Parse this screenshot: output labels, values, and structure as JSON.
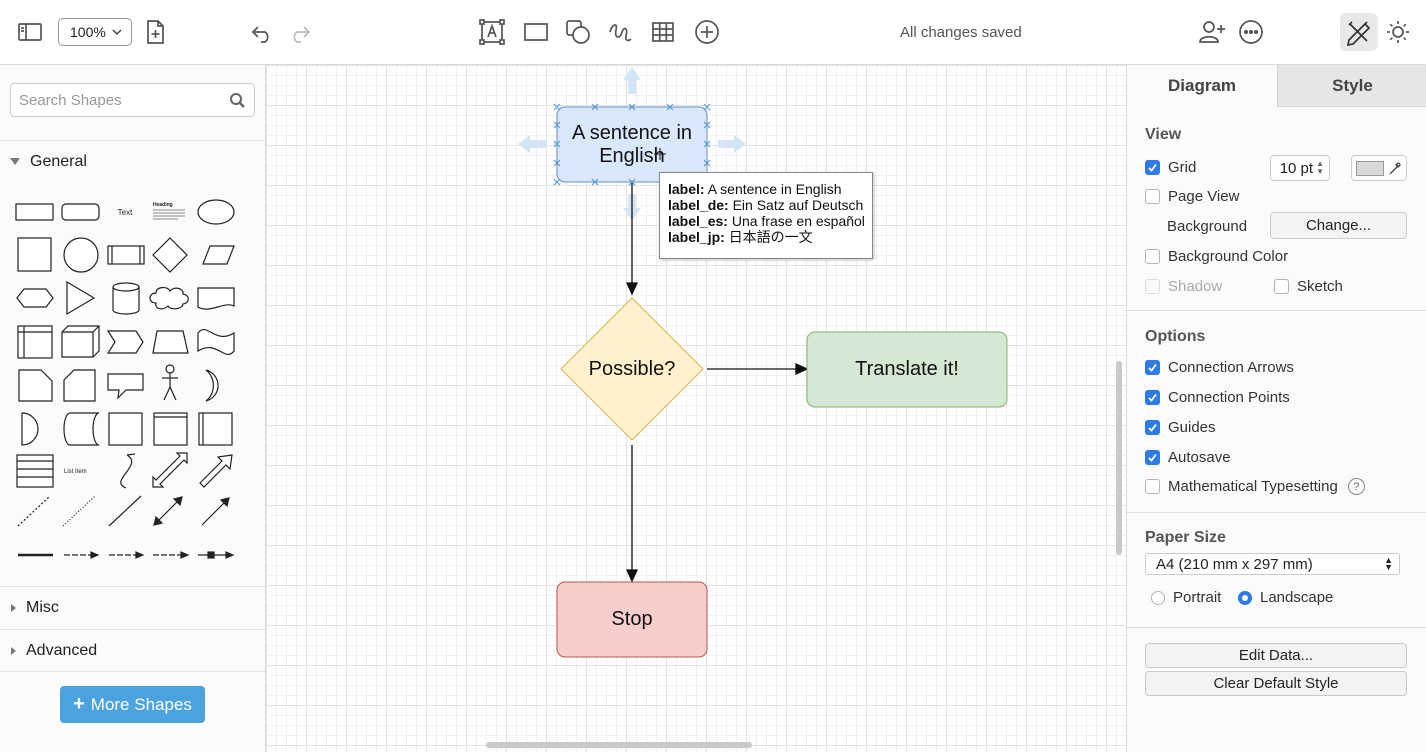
{
  "toolbar": {
    "zoom": "100%",
    "status": "All changes saved",
    "icons": [
      "format-panel-icon",
      "new-page-icon",
      "undo-icon",
      "redo-icon",
      "text-icon",
      "rectangle-icon",
      "shapes-icon",
      "freehand-icon",
      "table-icon",
      "insert-icon",
      "share-icon",
      "more-icon",
      "format-icon",
      "theme-icon"
    ]
  },
  "sidebar": {
    "search_placeholder": "Search Shapes",
    "sections": {
      "general": "General",
      "misc": "Misc",
      "advanced": "Advanced"
    },
    "thumb_text": "Text",
    "thumb_heading": "Heading",
    "thumb_listitem": "List Item",
    "more_shapes": "More Shapes"
  },
  "diagram": {
    "start_label": "A sentence in English",
    "decision_label": "Possible?",
    "translate_label": "Translate it!",
    "stop_label": "Stop",
    "colors": {
      "start_fill": "#dae8fc",
      "start_stroke": "#6c8ebf",
      "decision_fill": "#fff2cc",
      "decision_stroke": "#d6b656",
      "translate_fill": "#d5e8d4",
      "translate_stroke": "#82b366",
      "stop_fill": "#f8cecc",
      "stop_stroke": "#b85450"
    },
    "tooltip": [
      {
        "key": "label:",
        "value": "A sentence in English"
      },
      {
        "key": "label_de:",
        "value": "Ein Satz auf Deutsch"
      },
      {
        "key": "label_es:",
        "value": "Una frase en español"
      },
      {
        "key": "label_jp:",
        "value": "日本語の一文"
      }
    ]
  },
  "panel": {
    "tabs": {
      "diagram": "Diagram",
      "style": "Style"
    },
    "view": {
      "title": "View",
      "grid": "Grid",
      "grid_size": "10 pt",
      "page_view": "Page View",
      "background": "Background",
      "change": "Change...",
      "background_color": "Background Color",
      "shadow": "Shadow",
      "sketch": "Sketch"
    },
    "options": {
      "title": "Options",
      "connection_arrows": "Connection Arrows",
      "connection_points": "Connection Points",
      "guides": "Guides",
      "autosave": "Autosave",
      "math": "Mathematical Typesetting",
      "help": "?"
    },
    "paper": {
      "title": "Paper Size",
      "size": "A4 (210 mm x 297 mm)",
      "portrait": "Portrait",
      "landscape": "Landscape"
    },
    "edit_data": "Edit Data...",
    "clear_default_style": "Clear Default Style"
  }
}
